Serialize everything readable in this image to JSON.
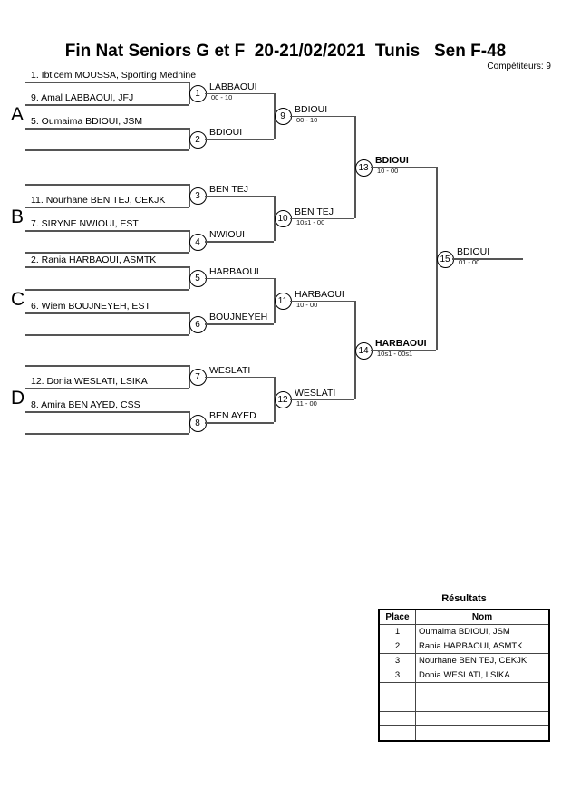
{
  "header": {
    "title": "Fin Nat Seniors G et F  20-21/02/2021  Tunis   Sen F-48",
    "competitors": "Compétiteurs: 9"
  },
  "pools": [
    {
      "letter": "A",
      "entrants": [
        "1. Ibticem MOUSSA, Sporting Mednine",
        "9. Amal LABBAOUI, JFJ",
        "5. Oumaima BDIOUI, JSM",
        ""
      ]
    },
    {
      "letter": "B",
      "entrants": [
        "",
        "11. Nourhane BEN TEJ, CEKJK",
        "7. SIRYNE NWIOUI, EST",
        ""
      ]
    },
    {
      "letter": "C",
      "entrants": [
        "2. Rania HARBAOUI, ASMTK",
        "",
        "6. Wiem BOUJNEYEH, EST",
        ""
      ]
    },
    {
      "letter": "D",
      "entrants": [
        "",
        "12. Donia WESLATI, LSIKA",
        "8. Amira BEN AYED, CSS",
        ""
      ]
    }
  ],
  "matches": [
    {
      "num": "1",
      "winner": "LABBAOUI",
      "score": "00 - 10",
      "bold": false
    },
    {
      "num": "2",
      "winner": "BDIOUI",
      "score": "",
      "bold": false
    },
    {
      "num": "3",
      "winner": "BEN TEJ",
      "score": "",
      "bold": false
    },
    {
      "num": "4",
      "winner": "NWIOUI",
      "score": "",
      "bold": false
    },
    {
      "num": "5",
      "winner": "HARBAOUI",
      "score": "",
      "bold": false
    },
    {
      "num": "6",
      "winner": "BOUJNEYEH",
      "score": "",
      "bold": false
    },
    {
      "num": "7",
      "winner": "WESLATI",
      "score": "",
      "bold": false
    },
    {
      "num": "8",
      "winner": "BEN AYED",
      "score": "",
      "bold": false
    },
    {
      "num": "9",
      "winner": "BDIOUI",
      "score": "00 - 10",
      "bold": false
    },
    {
      "num": "10",
      "winner": "BEN TEJ",
      "score": "10s1 - 00",
      "bold": false
    },
    {
      "num": "11",
      "winner": "HARBAOUI",
      "score": "10 - 00",
      "bold": false
    },
    {
      "num": "12",
      "winner": "WESLATI",
      "score": "11 - 00",
      "bold": false
    },
    {
      "num": "13",
      "winner": "BDIOUI",
      "score": "10 - 00",
      "bold": true
    },
    {
      "num": "14",
      "winner": "HARBAOUI",
      "score": "10s1 - 00s1",
      "bold": true
    },
    {
      "num": "15",
      "winner": "BDIOUI",
      "score": "01 - 00",
      "bold": false
    }
  ],
  "results": {
    "title": "Résultats",
    "columns": [
      "Place",
      "Nom"
    ],
    "rows": [
      {
        "place": "1",
        "nom": "Oumaima BDIOUI, JSM"
      },
      {
        "place": "2",
        "nom": "Rania HARBAOUI, ASMTK"
      },
      {
        "place": "3",
        "nom": "Nourhane BEN TEJ, CEKJK"
      },
      {
        "place": "3",
        "nom": "Donia WESLATI, LSIKA"
      },
      {
        "place": "",
        "nom": ""
      },
      {
        "place": "",
        "nom": ""
      },
      {
        "place": "",
        "nom": ""
      },
      {
        "place": "",
        "nom": ""
      }
    ]
  }
}
